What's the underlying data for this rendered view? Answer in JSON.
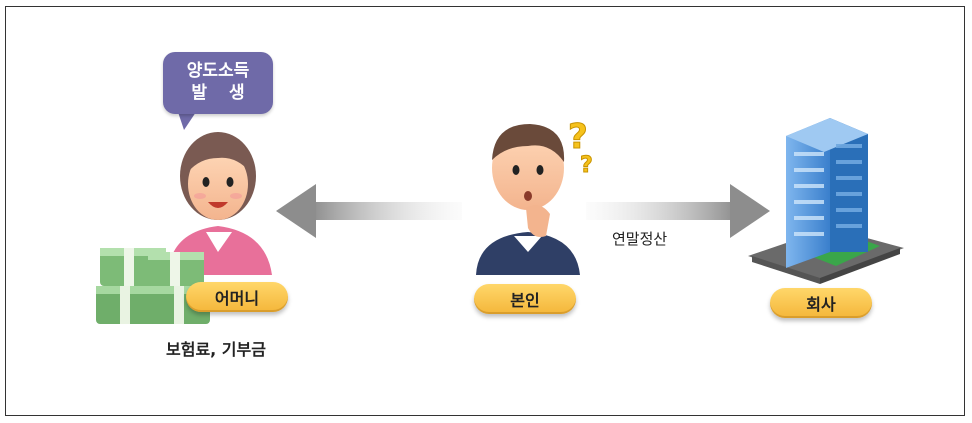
{
  "bubble": {
    "line1": "양도소득",
    "line2": "발생"
  },
  "mother": {
    "label": "어머니",
    "caption": "보험료, 기부금"
  },
  "self": {
    "label": "본인"
  },
  "company": {
    "label": "회사"
  },
  "right_arrow_label": "연말정산",
  "colors": {
    "pill": "#f4b63a",
    "bubble": "#6f6aa8",
    "arrow": "#9a9a9a",
    "mother_shirt": "#e8709a",
    "money": "#8fc58a",
    "building_glass": "#4a8fd8"
  }
}
